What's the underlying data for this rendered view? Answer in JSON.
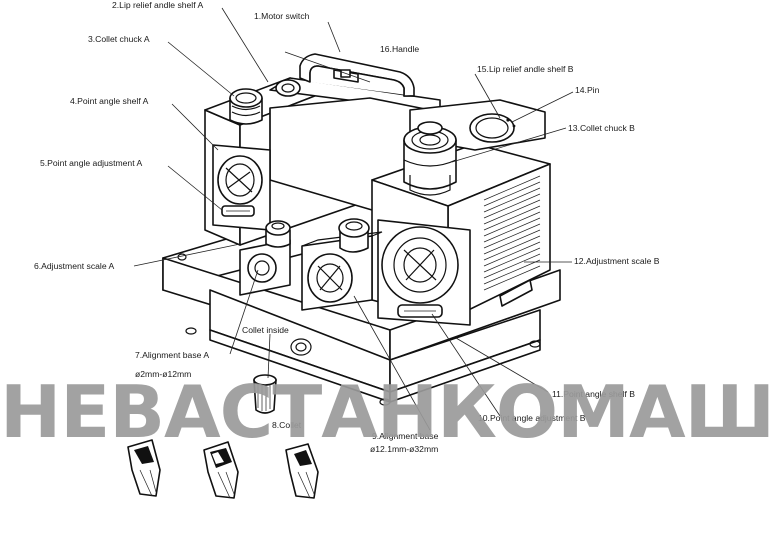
{
  "labels": {
    "motor_switch": "1.Motor switch",
    "lip_relief_a": "2.Lip relief andle shelf A",
    "collet_chuck_a": "3.Collet chuck A",
    "point_angle_shelf_a": "4.Point angle shelf A",
    "point_angle_adjustment_a": "5.Point angle adjustment A",
    "adjustment_scale_a": "6.Adjustment scale A",
    "alignment_base_a": "7.Alignment base A",
    "alignment_base_a_range": "ø2mm-ø12mm",
    "collet": "8.Collet",
    "alignment_base_b": "9.Alignment base",
    "alignment_base_b_range": "ø12.1mm-ø32mm",
    "point_angle_adjustment_b": "10.Point angle adjustment B",
    "shelf_b": "11.Point angle shelf B",
    "adjustment_scale_b": "12.Adjustment scale B",
    "collet_chuck_b": "13.Collet chuck B",
    "pin": "14.Pin",
    "lip_relief_b": "15.Lip relief andle shelf B",
    "handle": "16.Handle",
    "collet_inside": "Collet inside"
  },
  "watermark": "НЕВАСТАНКОМАШ",
  "colors": {
    "line": "#111111",
    "watermark": "#9a9a9a",
    "background": "#ffffff"
  },
  "icons": [
    "drill-bit-icon",
    "drill-bit-icon",
    "drill-bit-icon",
    "collet-icon"
  ]
}
